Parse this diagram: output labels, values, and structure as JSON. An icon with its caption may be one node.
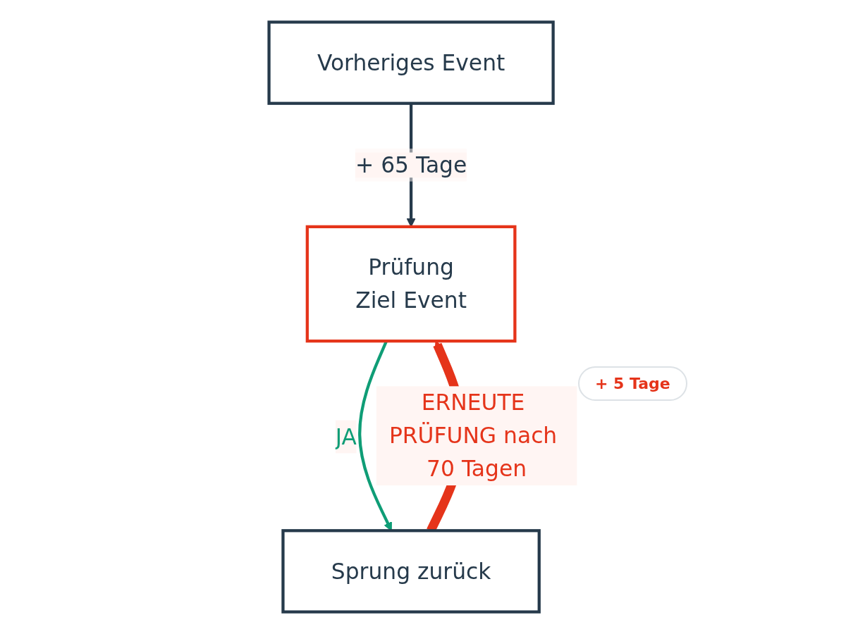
{
  "diagram": {
    "nodes": [
      {
        "text": [
          "Vorheriges Event"
        ]
      },
      {
        "text": [
          "Prüfung",
          "Ziel Event"
        ]
      },
      {
        "text": [
          "Sprung zurück"
        ]
      }
    ],
    "edges": [
      {
        "from": 0,
        "to": 1,
        "arrow": "to",
        "label": "+ 65 Tage"
      },
      {
        "from": 1,
        "to": 2,
        "arrow": "to",
        "label": "JA",
        "color": "#0f9d76"
      },
      {
        "from": 2,
        "to": 1,
        "arrow": "to",
        "label": "ERNEUTE PRÜFUNG nach 70 Tagen",
        "style": "thick",
        "color": "#e5341a"
      }
    ],
    "labels": [
      "+ 5 Tage"
    ]
  }
}
